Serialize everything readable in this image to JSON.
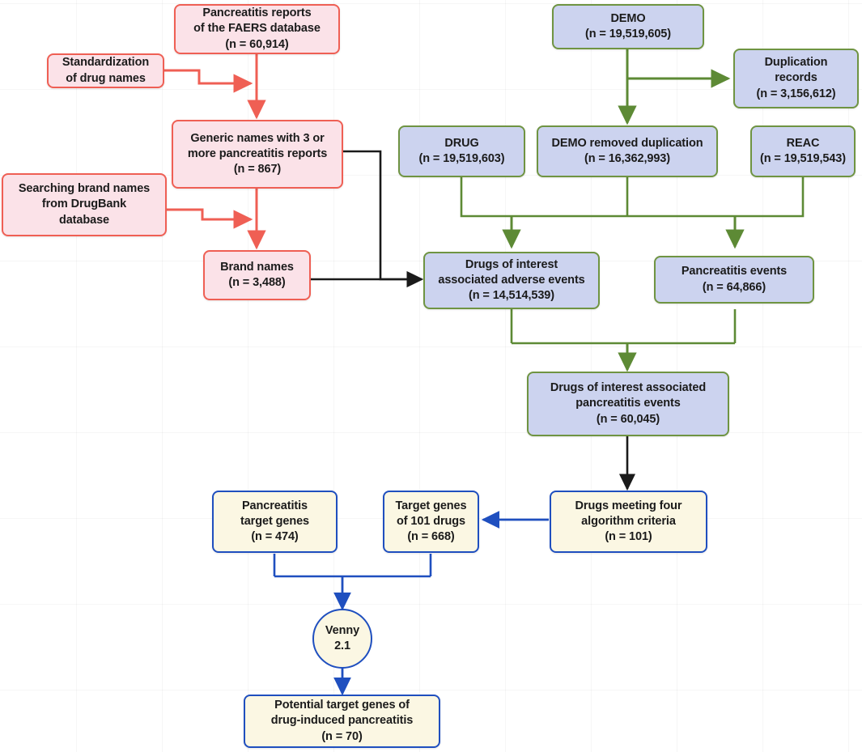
{
  "diagram": {
    "title": "Drug-induced pancreatitis FAERS and target gene workflow flowchart",
    "colors": {
      "pink_fill": "#fbe2e8",
      "pink_stroke": "#ef5f54",
      "blue_fill": "#ccd3ef",
      "green_stroke": "#6f9442",
      "cream_fill": "#fbf7e3",
      "blue_stroke": "#1f4fbf",
      "black_stroke": "#1a1a1a",
      "text": "#1b1b1b",
      "background": "#ffffff"
    },
    "nodes": {
      "faers_reports": "Pancreatitis reports\nof the FAERS database\n(n = 60,914)",
      "standardization": "Standardization\nof drug names",
      "generic_names": "Generic names with 3 or\nmore pancreatitis reports\n(n = 867)",
      "searching_brand": "Searching brand names\nfrom DrugBank\ndatabase",
      "brand_names": "Brand names\n(n = 3,488)",
      "demo": "DEMO\n(n = 19,519,605)",
      "duplication_records": "Duplication\nrecords\n(n = 3,156,612)",
      "drug": "DRUG\n(n = 19,519,603)",
      "demo_removed": "DEMO removed duplication\n(n = 16,362,993)",
      "reac": "REAC\n(n = 19,519,543)",
      "drugs_adverse_events": "Drugs of interest\nassociated adverse events\n(n = 14,514,539)",
      "pancreatitis_events": "Pancreatitis events\n(n = 64,866)",
      "drugs_pancreatitis_events": "Drugs of interest associated\npancreatitis events\n(n = 60,045)",
      "drugs_four_algorithms": "Drugs meeting four\nalgorithm criteria\n(n = 101)",
      "target_genes_101": "Target genes\nof 101 drugs\n(n = 668)",
      "pancreatitis_target_genes": "Pancreatitis\ntarget genes\n(n = 474)",
      "venny": "Venny\n2.1",
      "potential_target_genes": "Potential target genes of\ndrug-induced pancreatitis\n(n = 70)"
    },
    "counts": {
      "faers_reports": "60,914",
      "generic_names": "867",
      "brand_names": "3,488",
      "demo": "19,519,605",
      "duplication_records": "3,156,612",
      "drug": "19,519,603",
      "demo_removed": "16,362,993",
      "reac": "19,519,543",
      "drugs_adverse_events": "14,514,539",
      "pancreatitis_events": "64,866",
      "drugs_pancreatitis_events": "60,045",
      "drugs_four_algorithms": "101",
      "target_genes_101": "668",
      "pancreatitis_target_genes": "474",
      "potential_target_genes": "70"
    }
  }
}
